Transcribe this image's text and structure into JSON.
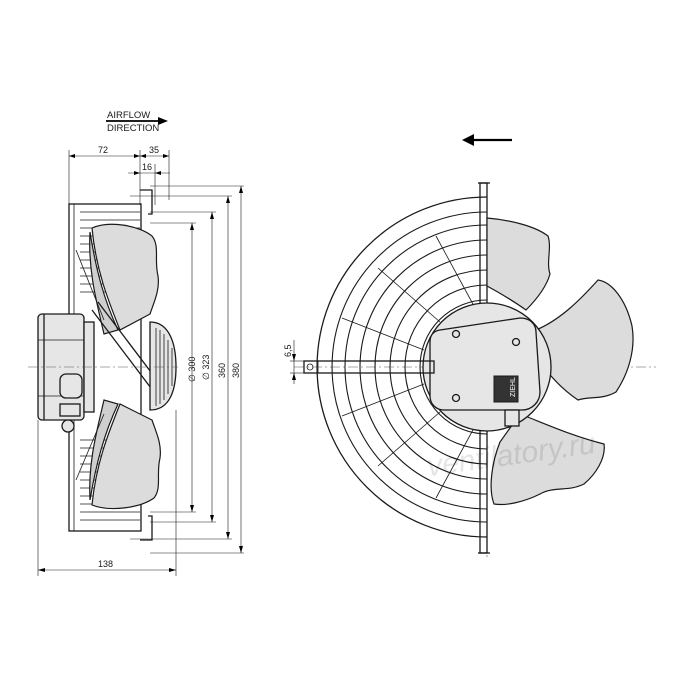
{
  "airflow": {
    "line1": "AIRFLOW",
    "line2": "DIRECTION"
  },
  "dimensions": {
    "d72": "72",
    "d35": "35",
    "d16": "16",
    "d138": "138",
    "d6_5": "6,5",
    "dia300": "∅ 300",
    "dia323": "∅ 323",
    "d360": "360",
    "d380": "380"
  },
  "label_plate": "ZIEHL",
  "watermark": "ventilatory.ru"
}
